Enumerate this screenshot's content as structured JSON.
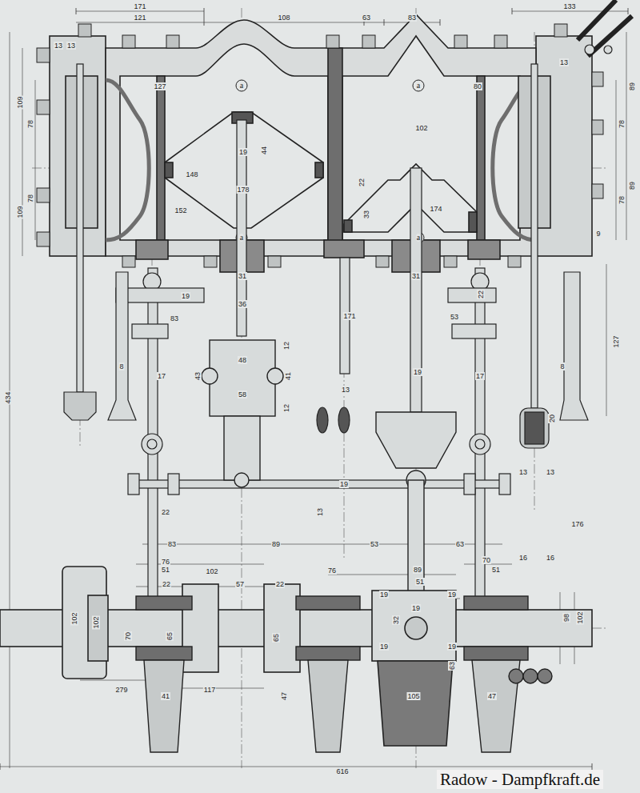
{
  "diagram": {
    "labels": [
      "171",
      "121",
      "108",
      "63",
      "83",
      "133",
      "13",
      "13",
      "13",
      "109",
      "78",
      "78",
      "109",
      "89",
      "78",
      "89",
      "78",
      "9",
      "127",
      "80",
      "102",
      "148",
      "178",
      "152",
      "174",
      "19",
      "44",
      "22",
      "33",
      "a",
      "a",
      "a",
      "a",
      "31",
      "31",
      "36",
      "48",
      "58",
      "41",
      "12",
      "12",
      "43",
      "19",
      "83",
      "171",
      "13",
      "19",
      "17",
      "17",
      "8",
      "8",
      "53",
      "22",
      "19",
      "20",
      "13",
      "13",
      "176",
      "16",
      "16",
      "22",
      "127",
      "434",
      "83",
      "89",
      "53",
      "63",
      "76",
      "102",
      "13",
      "76",
      "89",
      "70",
      "51",
      "51",
      "51",
      "22",
      "57",
      "22",
      "19",
      "19",
      "19",
      "19",
      "19",
      "63",
      "102",
      "102",
      "65",
      "65",
      "98",
      "102",
      "117",
      "41",
      "47",
      "47",
      "105",
      "279",
      "616",
      "Radow - Dampfkraft.de",
      "70",
      "32"
    ]
  }
}
